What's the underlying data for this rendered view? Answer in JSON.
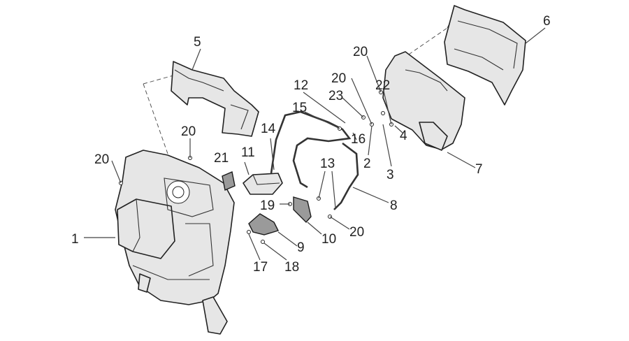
{
  "labels": [
    "1",
    "2",
    "3",
    "4",
    "5",
    "6",
    "7",
    "8",
    "9",
    "10",
    "11",
    "12",
    "13",
    "14",
    "15",
    "16",
    "17",
    "18",
    "19",
    "20",
    "21",
    "22",
    "23"
  ],
  "colors": {
    "line": "#222222",
    "fill": "#e6e6e6",
    "dark": "#9a9a9a",
    "background": "#ffffff"
  }
}
